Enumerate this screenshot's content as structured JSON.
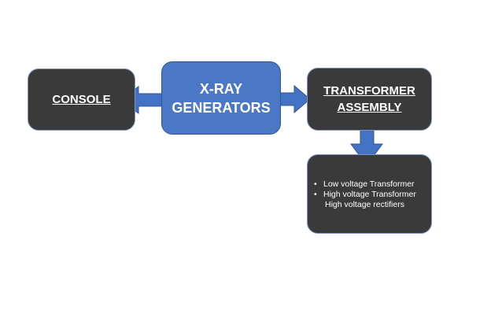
{
  "nodes": {
    "console": {
      "label": "CONSOLE"
    },
    "xray": {
      "line1": "X-RAY",
      "line2": "GENERATORS"
    },
    "transformer": {
      "line1": "TRANSFORMER",
      "line2": "ASSEMBLY"
    },
    "components": {
      "items": [
        {
          "bullet": "•",
          "text": "Low voltage Transformer"
        },
        {
          "bullet": "•",
          "text": "High voltage Transformer"
        },
        {
          "bullet": "",
          "text": "High voltage rectifiers"
        }
      ]
    }
  },
  "colors": {
    "dark_box": "#3a3a3a",
    "blue_box": "#4a78c4",
    "arrow": "#4472c4"
  }
}
